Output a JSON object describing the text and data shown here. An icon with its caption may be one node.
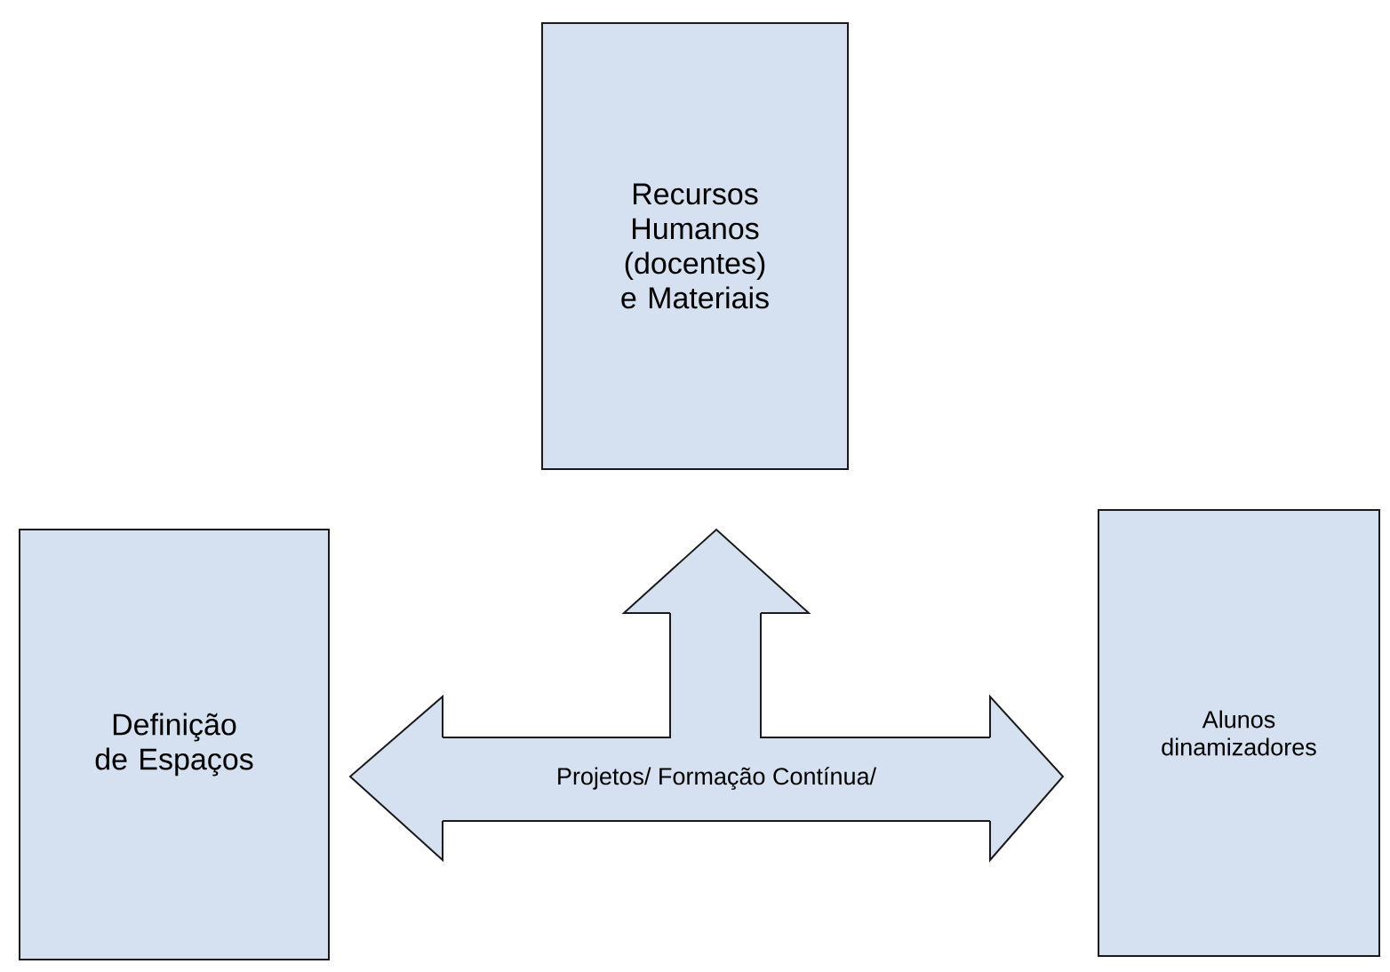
{
  "diagram": {
    "nodes": [
      {
        "text": [
          "Recursos Humanos (docentes) e Materiais"
        ]
      },
      {
        "text": [
          "Definição de Espaços"
        ]
      },
      {
        "text": [
          "Alunos dinamizadores"
        ]
      },
      {
        "text": [
          "Projetos/ Formação Contínua/"
        ]
      }
    ],
    "edges": [
      {
        "from": 3,
        "to": 1,
        "arrow": "to"
      },
      {
        "from": 3,
        "to": 0,
        "arrow": "to"
      },
      {
        "from": 3,
        "to": 2,
        "arrow": "to"
      }
    ]
  }
}
